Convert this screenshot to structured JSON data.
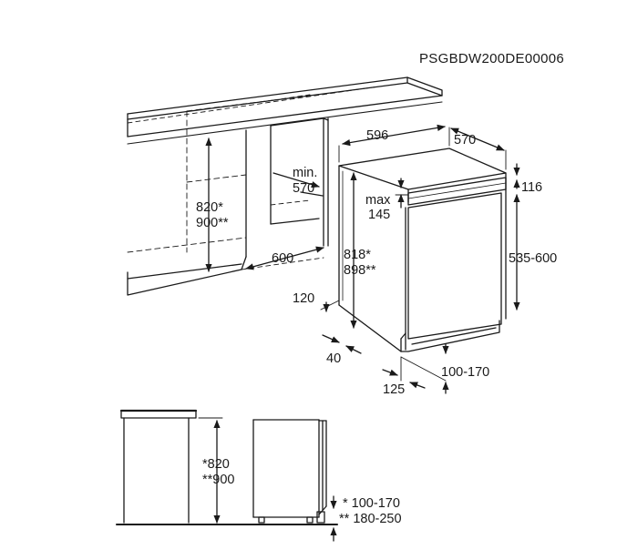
{
  "code": "PSGBDW200DE00006",
  "colors": {
    "line": "#1a1a1a",
    "background": "#ffffff"
  },
  "labels": {
    "width_596": "596",
    "depth_570": "570",
    "min": "min.",
    "min_570": "570",
    "top_116": "116",
    "max": "max",
    "max_145": "145",
    "h_820": "820*",
    "h_900": "900**",
    "niche_600": "600",
    "h_818": "818*",
    "h_898": "898**",
    "range_535_600": "535-600",
    "v_120": "120",
    "v_40": "40",
    "range_100_170": "100-170",
    "v_125": "125",
    "b_820": "*820",
    "b_900": "**900",
    "b_100_170": "* 100-170",
    "b_180_250": "** 180-250"
  }
}
